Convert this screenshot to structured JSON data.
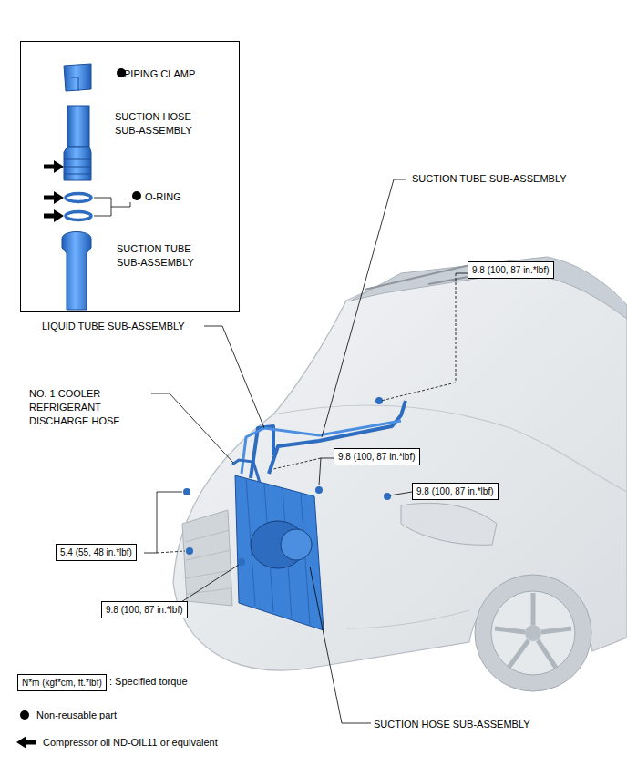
{
  "diagram": {
    "nodes": [
      {
        "text": [
          "PIPING CLAMP",
          "SUCTION HOSE SUB-ASSEMBLY",
          "O-RING",
          "SUCTION TUBE SUB-ASSEMBLY"
        ]
      },
      {
        "text": [
          "9.8 (100, 87 in.*lbf)"
        ]
      },
      {
        "text": [
          "9.8 (100, 87 in.*lbf)"
        ]
      },
      {
        "text": [
          "9.8 (100, 87 in.*lbf)"
        ]
      },
      {
        "text": [
          "5.4 (55, 48 in.*lbf)"
        ]
      },
      {
        "text": [
          "9.8 (100, 87 in.*lbf)"
        ]
      },
      {
        "text": [
          "N*m (kgf*cm, ft.*lbf)"
        ]
      }
    ],
    "labels": [
      "SUCTION TUBE SUB-ASSEMBLY",
      "LIQUID TUBE SUB-ASSEMBLY",
      "NO. 1 COOLER REFRIGERANT DISCHARGE HOSE",
      "SUCTION HOSE SUB-ASSEMBLY"
    ],
    "legend": [
      {
        "text": ": Specified torque"
      },
      {
        "text": "Non-reusable part"
      },
      {
        "text": "Compressor oil ND-OIL11 or equivalent"
      }
    ]
  }
}
